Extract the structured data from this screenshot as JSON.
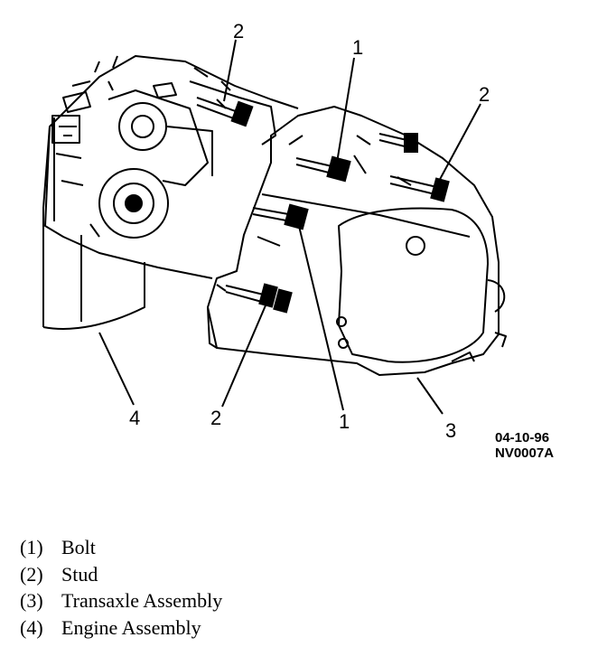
{
  "callouts": {
    "top_bolt": "1",
    "top_stud_left": "2",
    "top_stud_right": "2",
    "bottom_engine": "4",
    "bottom_stud": "2",
    "bottom_bolt": "1",
    "bottom_transaxle": "3"
  },
  "figure_code": {
    "date": "04-10-96",
    "id": "NV0007A"
  },
  "legend": [
    {
      "number": "(1)",
      "label": "Bolt"
    },
    {
      "number": "(2)",
      "label": "Stud"
    },
    {
      "number": "(3)",
      "label": "Transaxle Assembly"
    },
    {
      "number": "(4)",
      "label": "Engine Assembly"
    }
  ]
}
